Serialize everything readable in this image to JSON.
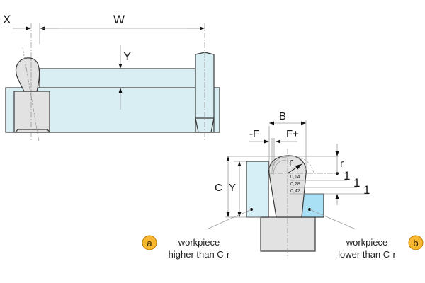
{
  "diagram": {
    "colors": {
      "part_light_blue": "#d9eef3",
      "part_gray": "#e2e2e2",
      "workpiece_a": "#d6eef5",
      "workpiece_b": "#a9e0f6",
      "badge_fill": "#f7b731",
      "badge_stroke": "#c07a00",
      "outline": "#3a3a3a"
    },
    "top_view": {
      "label_x": "X",
      "label_w": "W",
      "label_y": "Y"
    },
    "detail_view": {
      "label_b": "B",
      "label_f_minus": "-F",
      "label_f_plus": "F+",
      "label_c": "C",
      "label_y": "Y",
      "label_r_inner": "r",
      "label_r_side": "r",
      "steps": [
        "1",
        "1",
        "1"
      ],
      "offsets": [
        "0,14",
        "0,28",
        "0,42"
      ]
    },
    "callout_a": {
      "badge": "a",
      "line1": "workpiece",
      "line2": "higher than C-r"
    },
    "callout_b": {
      "badge": "b",
      "line1": "workpiece",
      "line2": "lower than C-r"
    }
  }
}
